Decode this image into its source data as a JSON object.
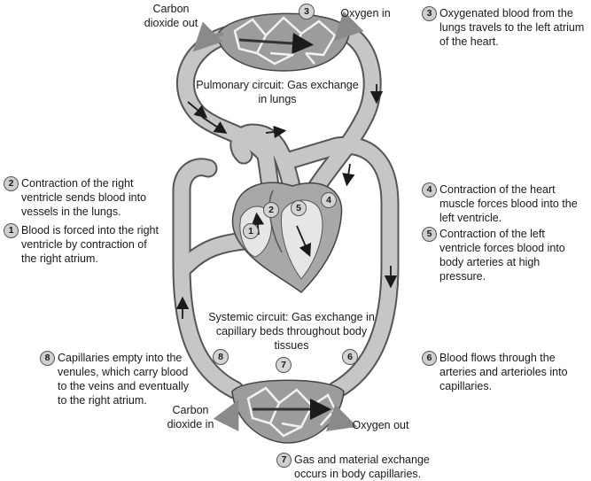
{
  "labels": {
    "co2_out": "Carbon\ndioxide out",
    "oxygen_in": "Oxygen in",
    "co2_in": "Carbon\ndioxide in",
    "oxygen_out": "Oxygen out",
    "pulmonary": "Pulmonary circuit: Gas exchange in lungs",
    "systemic": "Systemic circuit: Gas exchange in capillary beds throughout body tissues"
  },
  "steps": [
    {
      "num": "1",
      "text": "Blood is forced into the right ventricle by contraction of the right atrium."
    },
    {
      "num": "2",
      "text": "Contraction of the right ventricle sends blood into vessels in the lungs."
    },
    {
      "num": "3",
      "text": "Oxygenated blood from the lungs travels to the left atrium of the heart."
    },
    {
      "num": "4",
      "text": "Contraction of the heart muscle forces blood into the left ventricle."
    },
    {
      "num": "5",
      "text": "Contraction of the left ventricle forces blood into body arteries at high pressure."
    },
    {
      "num": "6",
      "text": "Blood flows through the arteries and arterioles into capillaries."
    },
    {
      "num": "7",
      "text": "Gas and material exchange occurs in body capillaries."
    },
    {
      "num": "8",
      "text": "Capillaries empty into the venules, which carry blood to the veins and eventually to the right atrium."
    }
  ]
}
